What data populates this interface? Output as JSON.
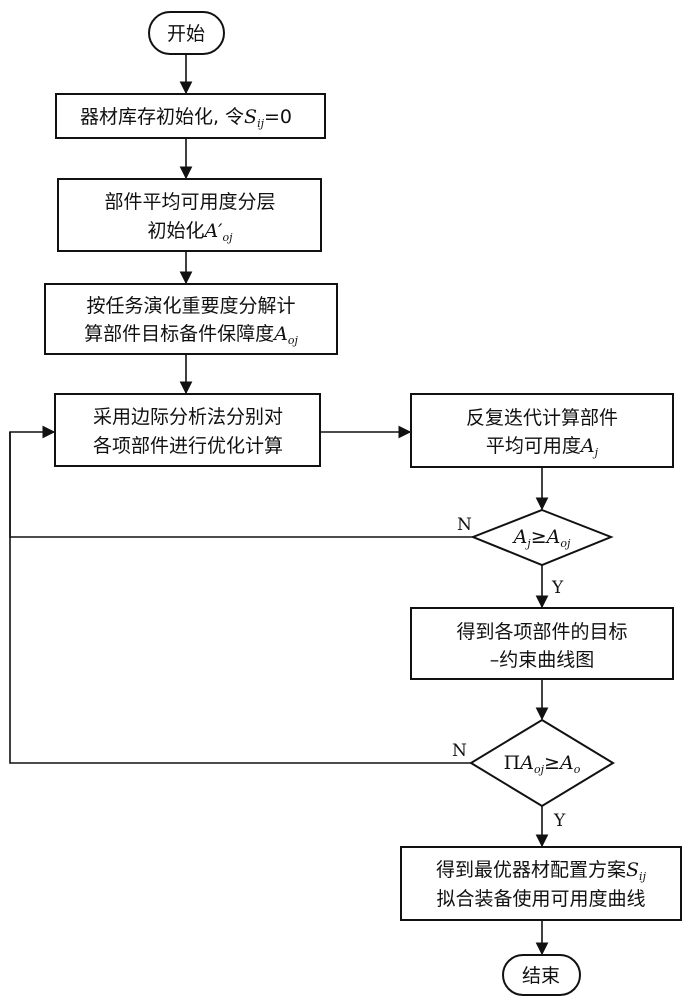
{
  "nodes": {
    "start": {
      "text": "开始"
    },
    "init_inventory": {
      "text": "器材库存初始化, 令",
      "sym": "S",
      "sub": "ij",
      "tail": "=0"
    },
    "init_avail": {
      "line1": "部件平均可用度分层",
      "line2": "初始化",
      "sym": "A′",
      "sub": "oj"
    },
    "decompose": {
      "line1": "按任务演化重要度分解计",
      "line2": "算部件目标备件保障度",
      "sym": "A",
      "sub": "oj"
    },
    "marginal": {
      "line1": "采用边际分析法分别对",
      "line2": "各项部件进行优化计算"
    },
    "iterate": {
      "line1": "反复迭代计算部件",
      "line2": "平均可用度",
      "sym": "A",
      "sub": "j"
    },
    "decision1": {
      "sym1": "A",
      "sub1": "j",
      "op": "≥",
      "sym2": "A",
      "sub2": "oj"
    },
    "curve": {
      "line1": "得到各项部件的目标",
      "line2": "–约束曲线图"
    },
    "decision2": {
      "prefix": "Π",
      "sym1": "A",
      "sub1": "oj",
      "op": "≥",
      "sym2": "A",
      "sub2": "o"
    },
    "result": {
      "line1": "得到最优器材配置方案",
      "sym": "S",
      "sub": "ij",
      "line2": "拟合装备使用可用度曲线"
    },
    "end": {
      "text": "结束"
    }
  },
  "edges": {
    "no_label": "N",
    "yes_label": "Y"
  }
}
